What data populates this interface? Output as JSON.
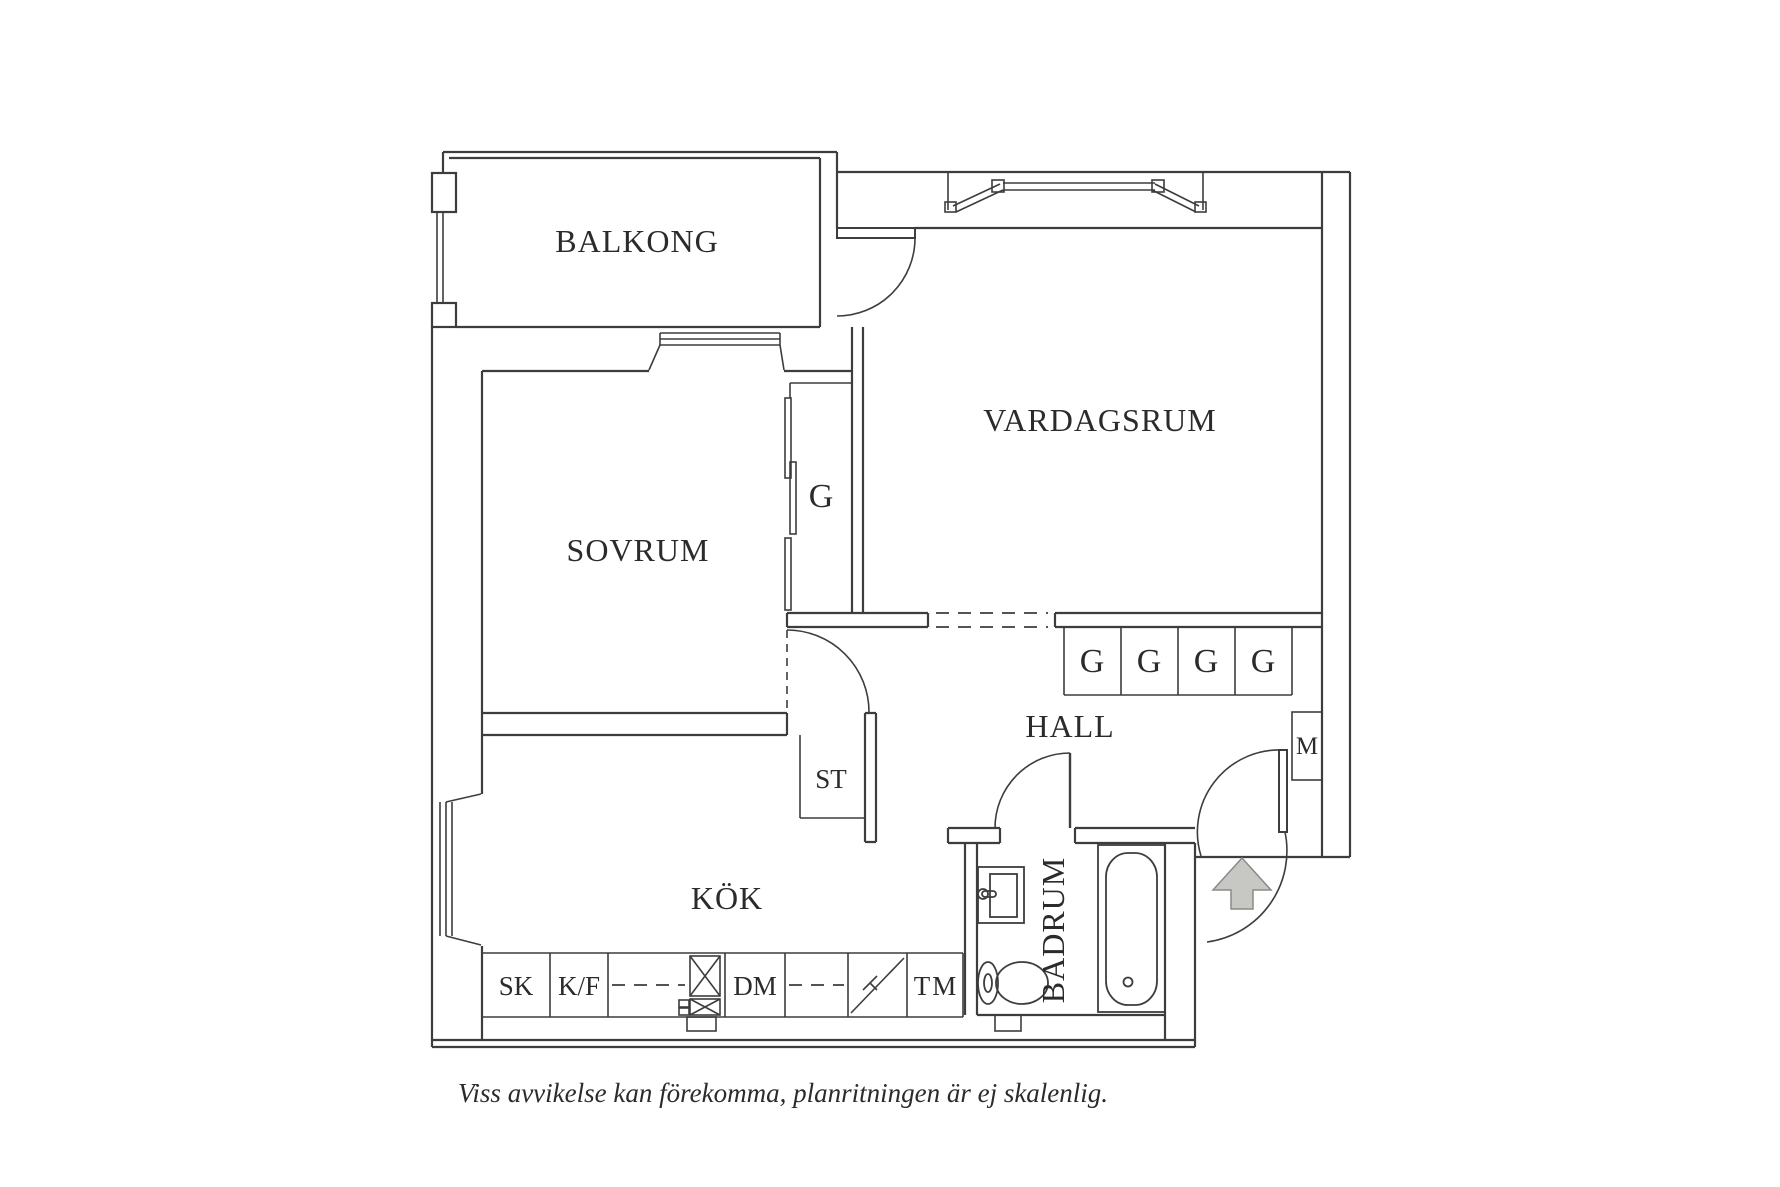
{
  "plan": {
    "caption": "Viss avvikelse kan förekomma, planritningen är ej skalenlig.",
    "rooms": {
      "balkong": "BALKONG",
      "vardagsrum": "VARDAGSRUM",
      "sovrum": "SOVRUM",
      "kok": "KÖK",
      "hall": "HALL",
      "badrum": "BADRUM"
    },
    "closets": {
      "wardrobe": "G",
      "hall_wardrobes": [
        "G",
        "G",
        "G",
        "G"
      ],
      "cleaning": "ST",
      "meter": "M"
    },
    "kitchen_units": {
      "sk": "SK",
      "kf": "K/F",
      "dm": "DM",
      "tm": "TM"
    },
    "colors": {
      "line": "#3d3d3d",
      "text": "#2b2b2b",
      "arrow_fill": "#c7c7c4",
      "arrow_stroke": "#8a8a87",
      "background": "#ffffff"
    }
  }
}
